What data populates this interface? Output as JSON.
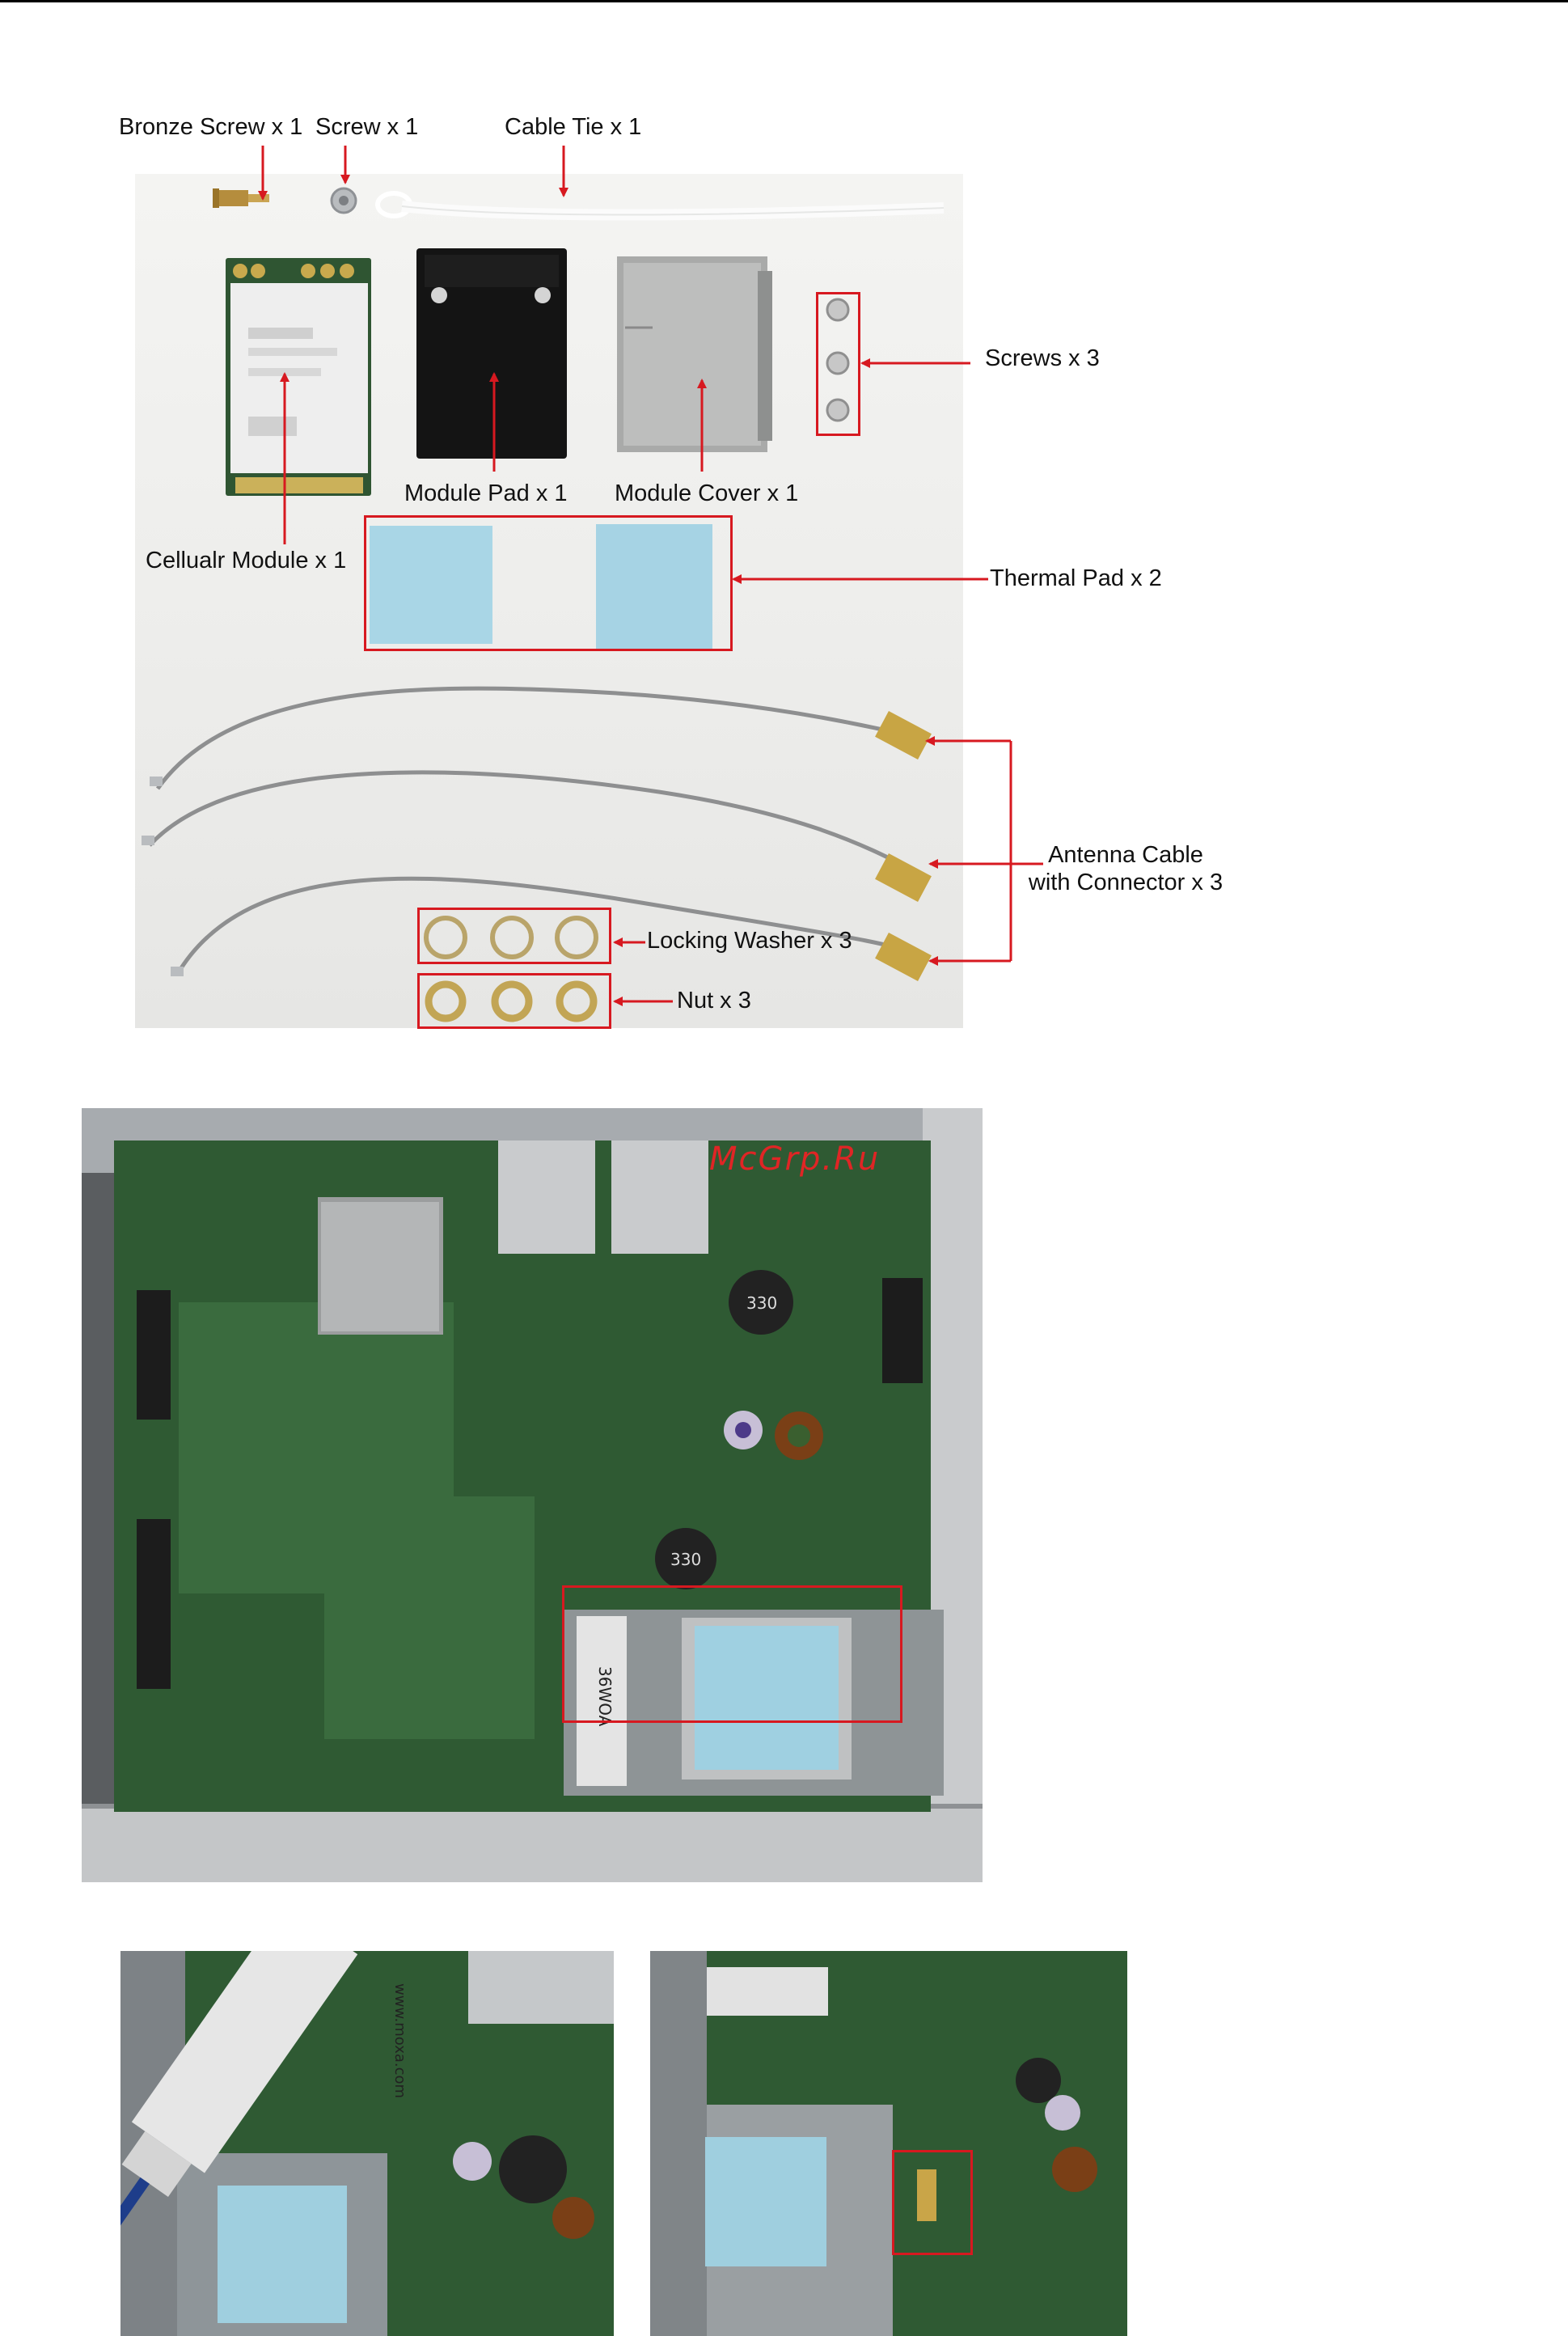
{
  "figure1": {
    "labels": {
      "bronze_screw": "Bronze Screw x 1",
      "screw": "Screw x 1",
      "cable_tie": "Cable Tie x 1",
      "screws": "Screws x 3",
      "module_pad": "Module Pad x 1",
      "module_cover": "Module Cover x 1",
      "cellular_module": "Cellualr Module x 1",
      "thermal_pad": "Thermal Pad x 2",
      "antenna_cable_line1": "Antenna Cable",
      "antenna_cable_line2": "with Connector x 3",
      "locking_washer": "Locking Washer x 3",
      "nut": "Nut x 3"
    }
  },
  "figure2": {
    "watermark": "McGrp.Ru",
    "silkscreen": [
      "330",
      "330",
      "36WOA"
    ]
  },
  "figure3": {
    "pen_text": "www.moxa.com"
  },
  "colors": {
    "callout_red": "#d71920",
    "pcb_green": "#2f5a33",
    "thermal_pad_blue": "#a9d6e6"
  }
}
